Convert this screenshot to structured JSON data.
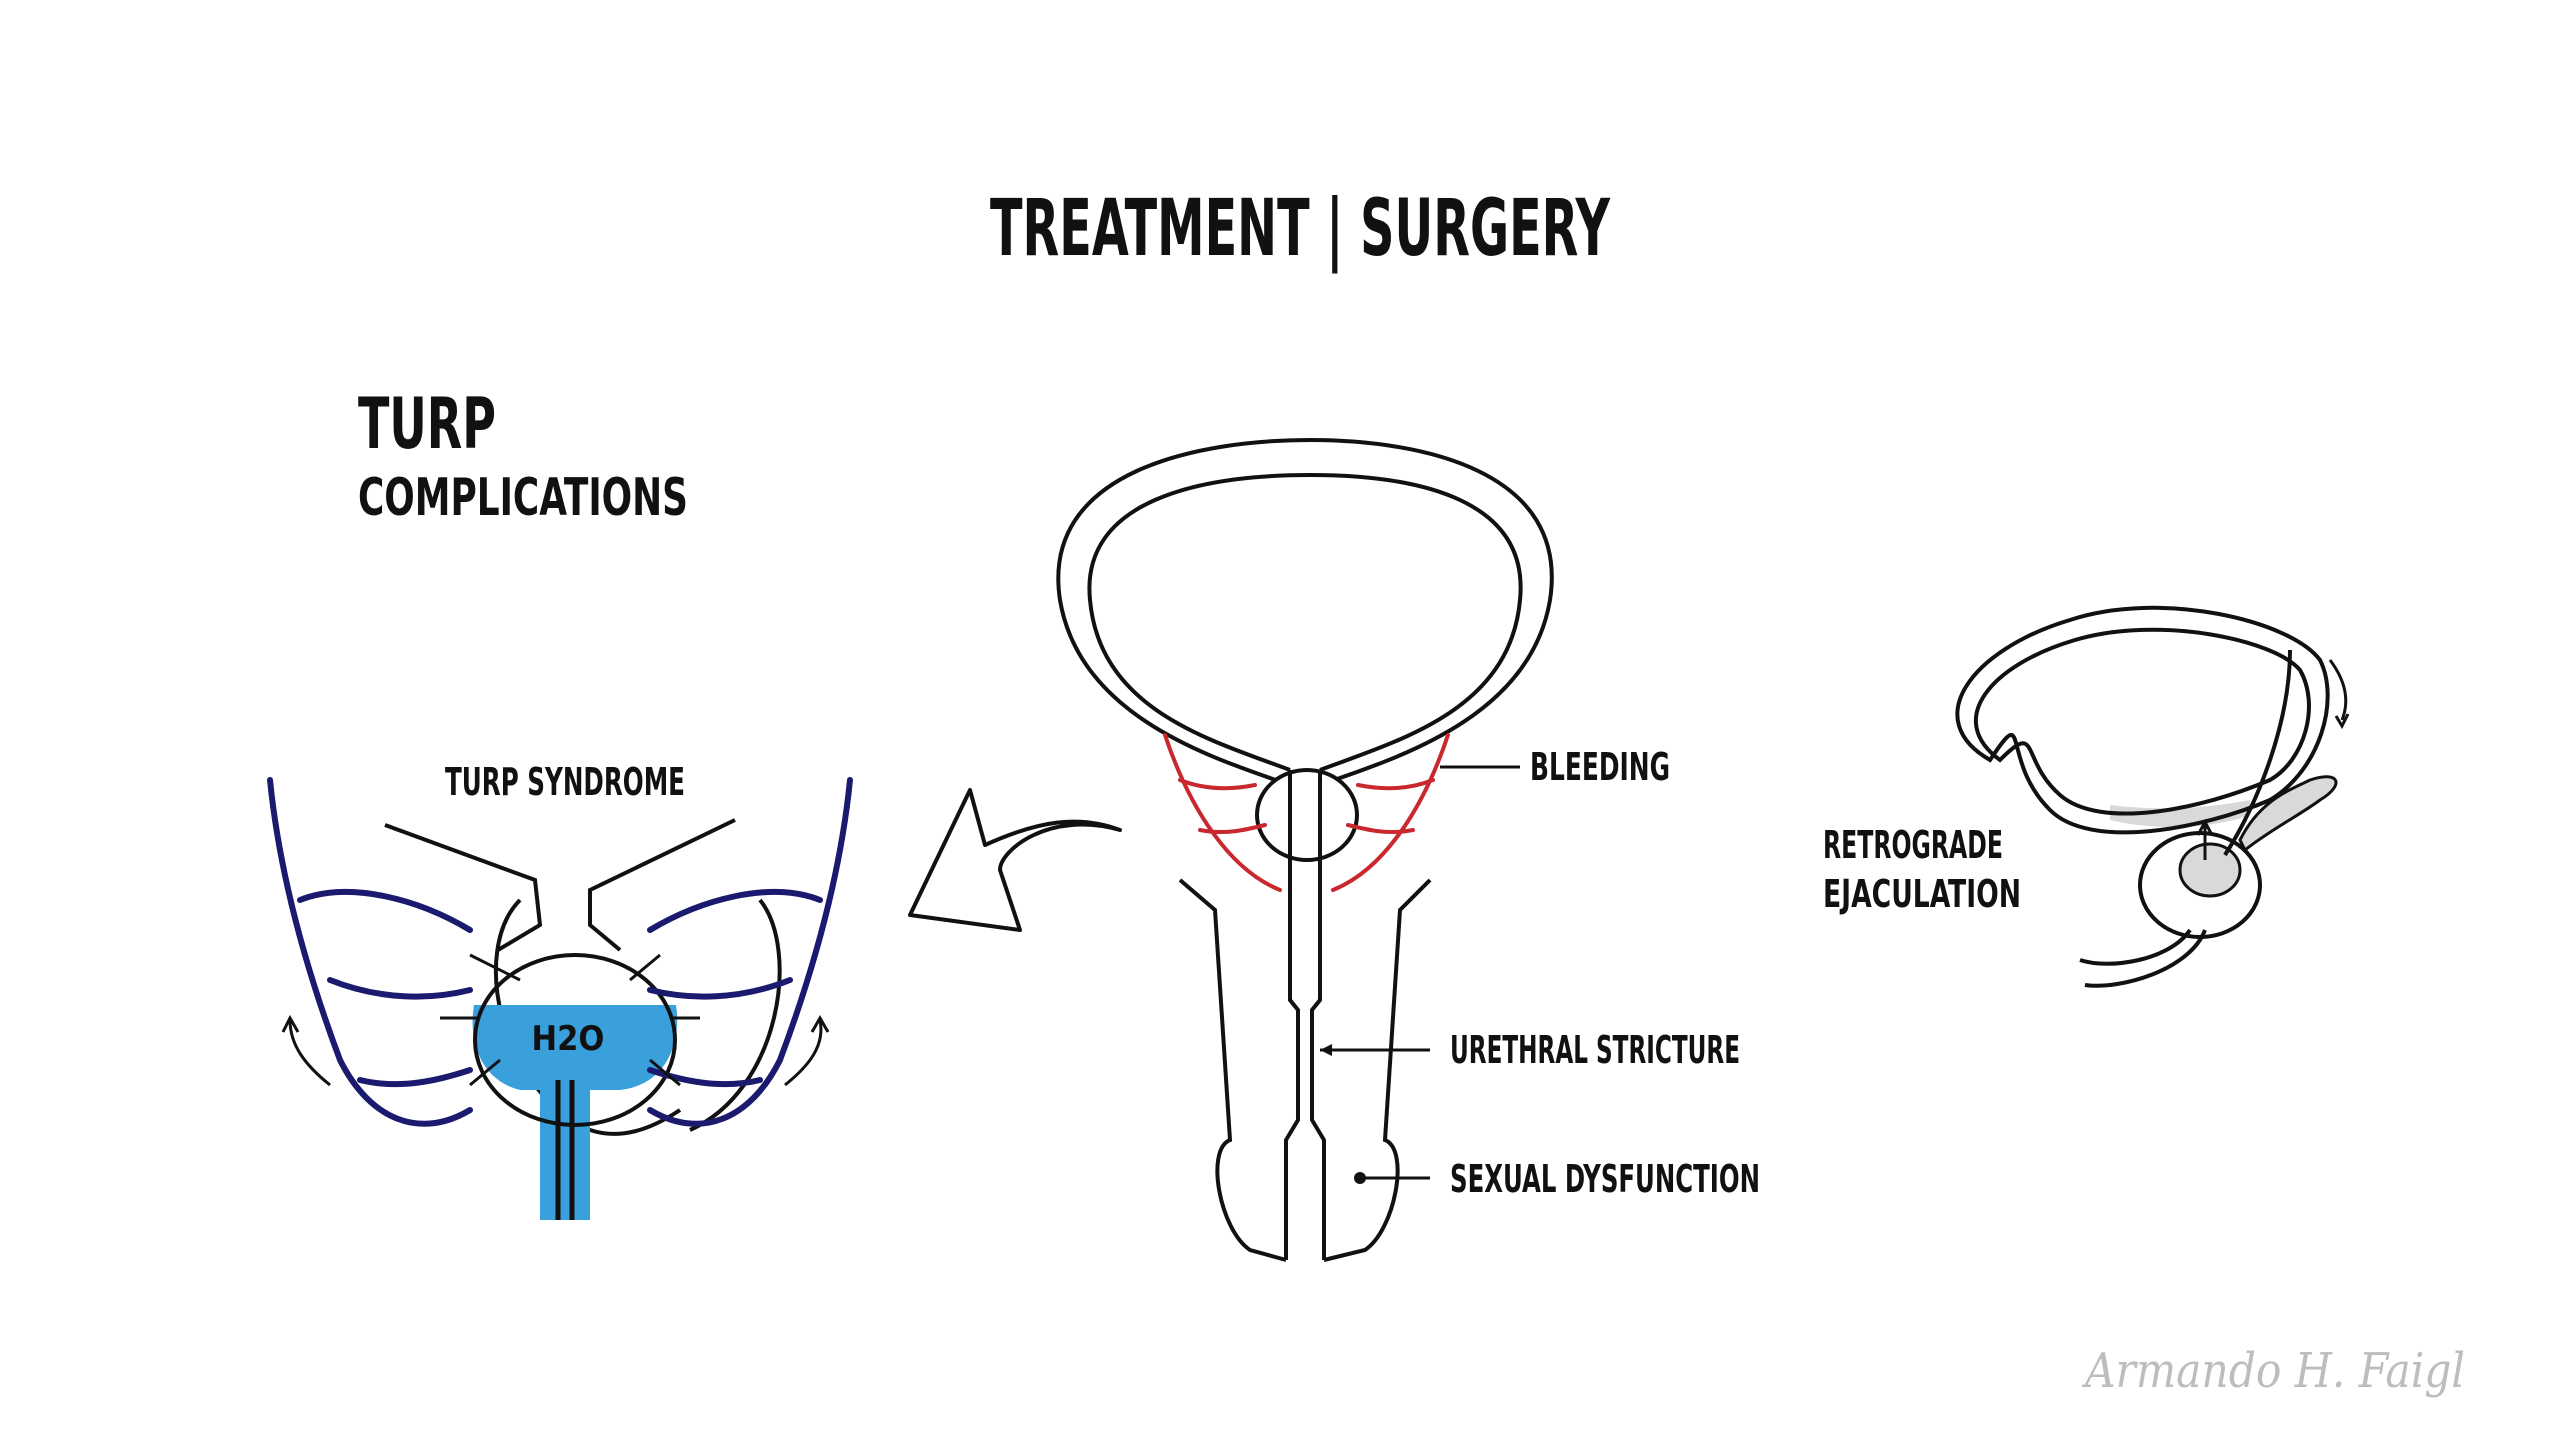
{
  "title": "TREATMENT | SURGERY",
  "heading": {
    "main": "TURP",
    "sub": "COMPLICATIONS"
  },
  "turp_syndrome": {
    "label": "TURP SYNDROME",
    "fluid_label": "H2O"
  },
  "labels": {
    "bleeding": "BLEEDING",
    "urethral_stricture": "URETHRAL STRICTURE",
    "sexual_dysfunction": "SEXUAL DYSFUNCTION",
    "retrograde_line1": "RETROGRADE",
    "retrograde_line2": "EJACULATION"
  },
  "signature": "Armando H. Faigl",
  "colors": {
    "ink": "#111111",
    "vein_blue": "#1a1a6e",
    "fluid_blue": "#3aa0dc",
    "blood_red": "#c8282e",
    "signature_grey": "#bdbdbd",
    "semen_grey": "#d9d9d9"
  }
}
